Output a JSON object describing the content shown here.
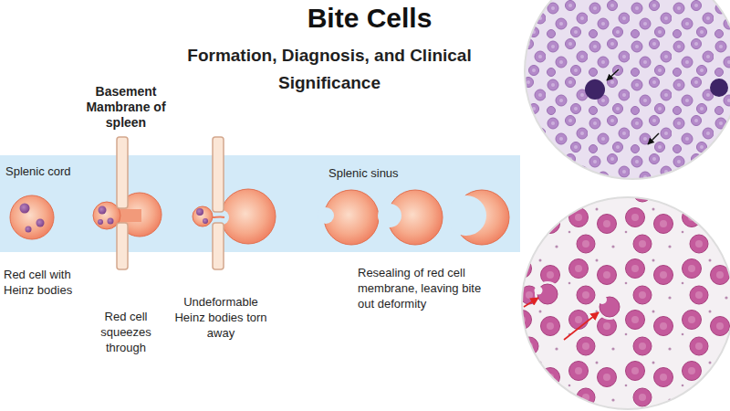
{
  "diagram": {
    "title": "Bite Cells",
    "nodes": [
      {
        "text": [
          "Splenic cord",
          "Splenic sinus"
        ]
      }
    ],
    "labels": [
      "Formation, Diagnosis, and Clinical Significance",
      "Basement Mambrane of spleen",
      "Red cell with Heinz bodies",
      "Red cell squeezes through",
      "Undeformable Heinz bodies torn away",
      "Resealing of red cell membrane, leaving bite out deformity"
    ]
  }
}
